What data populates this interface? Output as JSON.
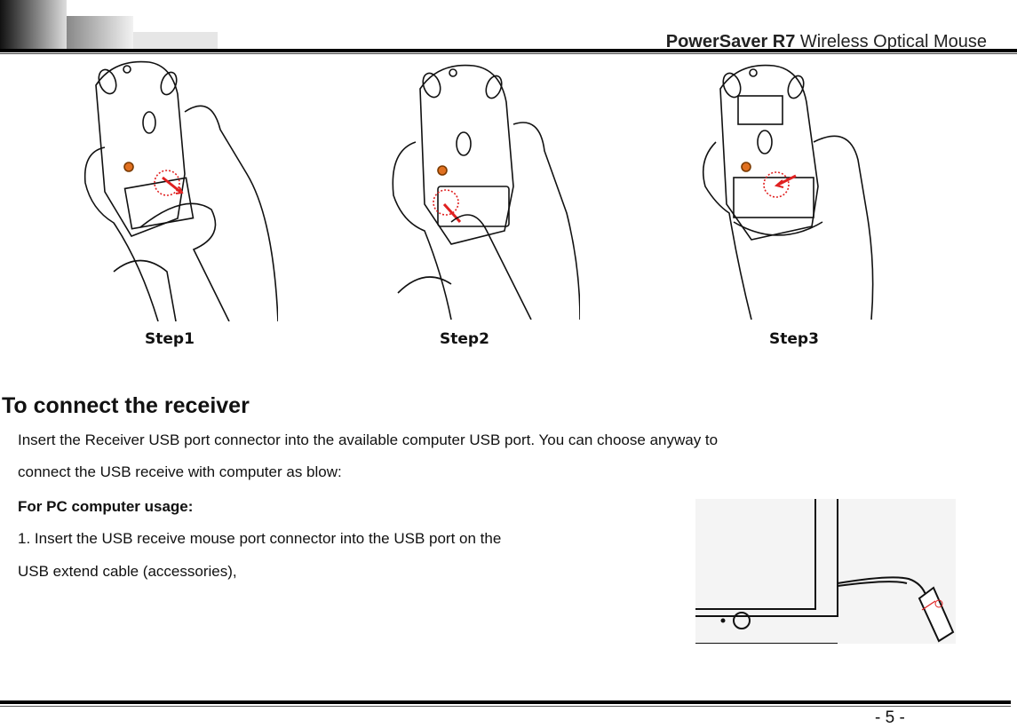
{
  "header": {
    "title_bold": "PowerSaver R7",
    "title_rest": " Wireless Optical Mouse"
  },
  "steps": [
    {
      "label": "Step1"
    },
    {
      "label": "Step2"
    },
    {
      "label": "Step3"
    }
  ],
  "section": {
    "title": "To connect the receiver",
    "line1": "Insert the Receiver USB port connector into the available computer USB port. You can choose anyway to",
    "line2": "connect the USB receive with computer as blow:",
    "subheading": "For PC computer usage:",
    "item1_line1": "1. Insert the USB receive mouse port connector into the USB port on the",
    "item1_line2": "USB extend cable (accessories),"
  },
  "footer": {
    "page_number": "- 5 -"
  },
  "colors": {
    "arrow": "#e02020",
    "rule": "#000000"
  }
}
